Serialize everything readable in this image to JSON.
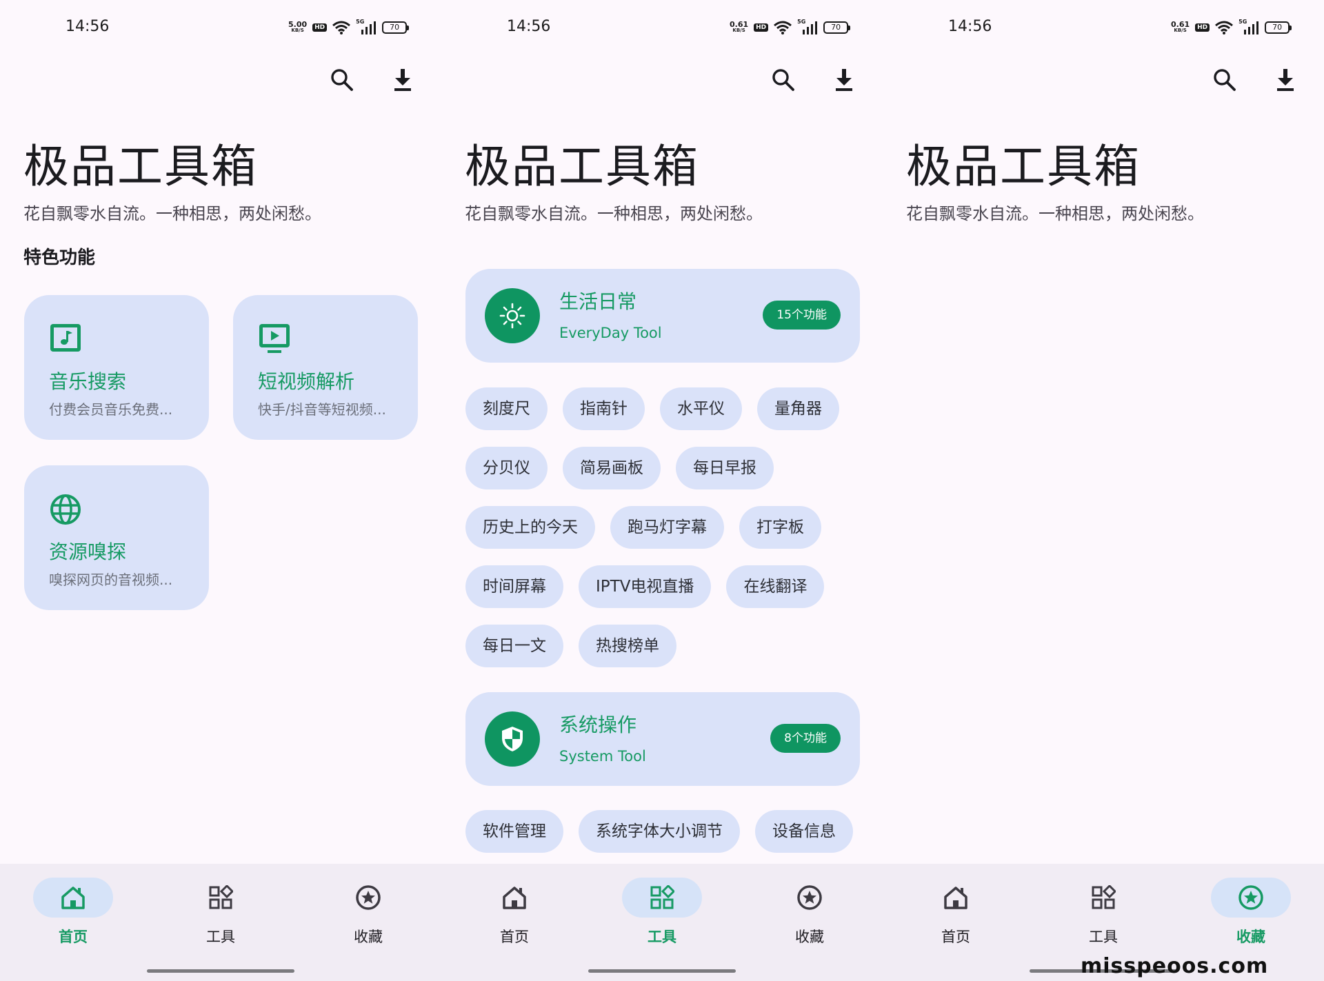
{
  "colors": {
    "accent": "#0f9561",
    "accent_text": "#169a63",
    "card_bg": "#dae2f9",
    "screen_bg": "#fdf8fd",
    "nav_bg": "#f1ecf4"
  },
  "screens": [
    {
      "status": {
        "time": "14:56",
        "net_speed": "5.00",
        "net_unit": "KB/S",
        "hd": "HD",
        "signal": "5G",
        "battery": "70"
      },
      "header": {
        "title": "极品工具箱",
        "subtitle": "花自飘零水自流。一种相思，两处闲愁。"
      },
      "section_title": "特色功能",
      "features": [
        {
          "title": "音乐搜索",
          "desc": "付费会员音乐免费...",
          "icon": "music-icon"
        },
        {
          "title": "短视频解析",
          "desc": "快手/抖音等短视频...",
          "icon": "video-icon"
        },
        {
          "title": "资源嗅探",
          "desc": "嗅探网页的音视频...",
          "icon": "globe-icon"
        }
      ],
      "nav": {
        "active": "home"
      }
    },
    {
      "status": {
        "time": "14:56",
        "net_speed": "0.61",
        "net_unit": "KB/S",
        "hd": "HD",
        "signal": "5G",
        "battery": "70"
      },
      "header": {
        "title": "极品工具箱",
        "subtitle": "花自飘零水自流。一种相思，两处闲愁。"
      },
      "categories": [
        {
          "title": "生活日常",
          "subtitle": "EveryDay Tool",
          "badge": "15个功能",
          "icon": "sun-icon",
          "tools": [
            "刻度尺",
            "指南针",
            "水平仪",
            "量角器",
            "分贝仪",
            "简易画板",
            "每日早报",
            "历史上的今天",
            "跑马灯字幕",
            "打字板",
            "时间屏幕",
            "IPTV电视直播",
            "在线翻译",
            "每日一文",
            "热搜榜单"
          ]
        },
        {
          "title": "系统操作",
          "subtitle": "System Tool",
          "badge": "8个功能",
          "icon": "shield-icon",
          "tools": [
            "软件管理",
            "系统字体大小调节",
            "设备信息"
          ]
        }
      ],
      "nav": {
        "active": "tools"
      }
    },
    {
      "status": {
        "time": "14:56",
        "net_speed": "0.61",
        "net_unit": "KB/S",
        "hd": "HD",
        "signal": "5G",
        "battery": "70"
      },
      "header": {
        "title": "极品工具箱",
        "subtitle": "花自飘零水自流。一种相思，两处闲愁。"
      },
      "nav": {
        "active": "favorites"
      }
    }
  ],
  "nav_labels": {
    "home": "首页",
    "tools": "工具",
    "favorites": "收藏"
  },
  "watermark": "misspeoos.com"
}
